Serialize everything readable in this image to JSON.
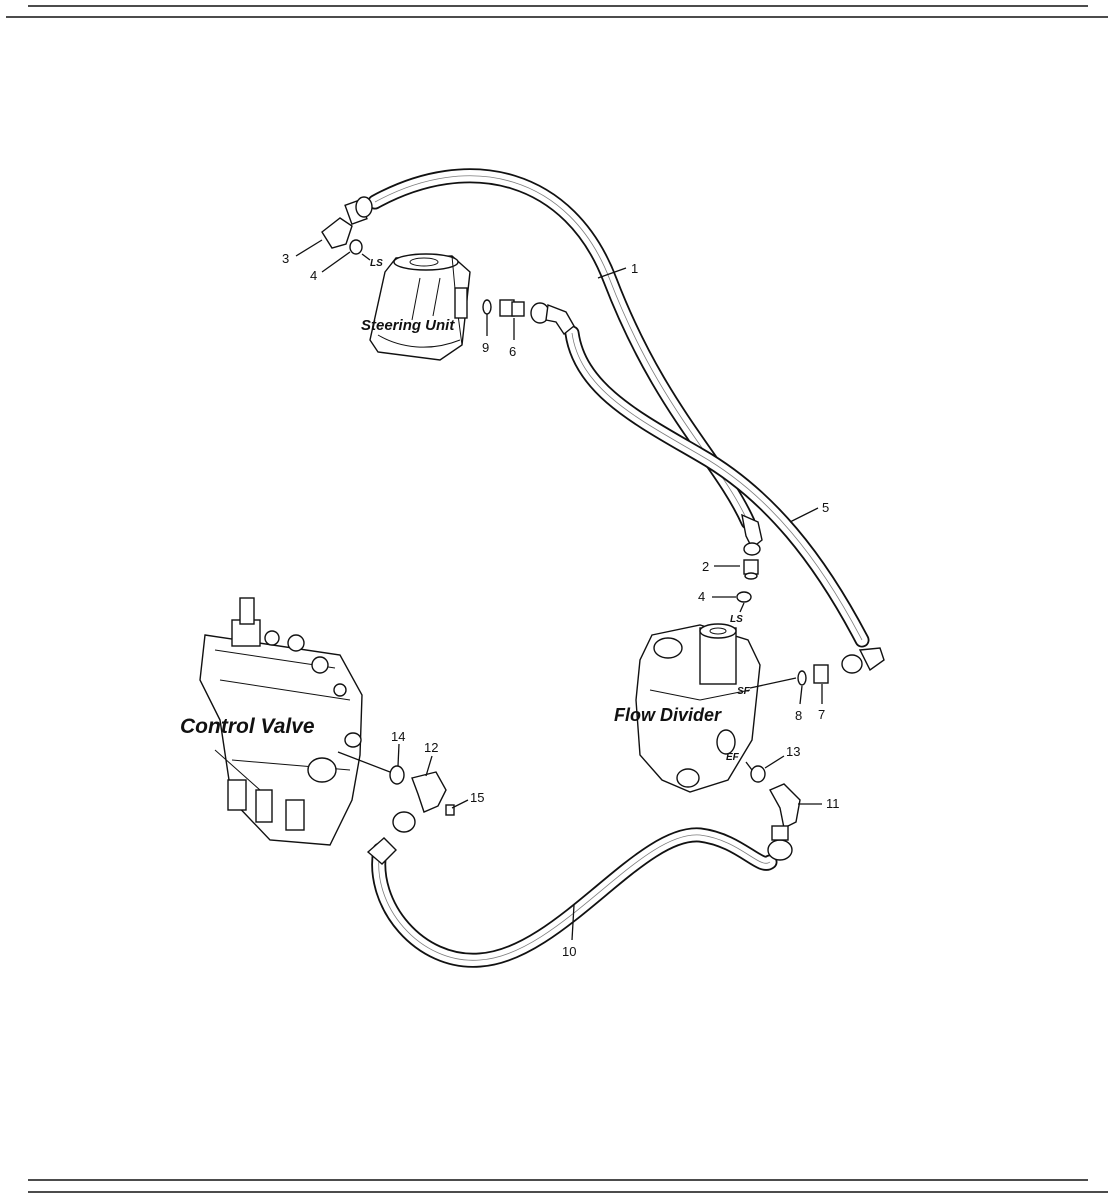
{
  "components": {
    "steering_unit": "Steering Unit",
    "control_valve": "Control Valve",
    "flow_divider": "Flow Divider"
  },
  "ports": {
    "ls_top": "LS",
    "ls_flow_divider": "LS",
    "sf": "SF",
    "ef": "EF"
  },
  "callouts": {
    "c1": "1",
    "c2": "2",
    "c3": "3",
    "c4a": "4",
    "c4b": "4",
    "c5": "5",
    "c6": "6",
    "c7": "7",
    "c8": "8",
    "c9": "9",
    "c10": "10",
    "c11": "11",
    "c12": "12",
    "c13": "13",
    "c14": "14",
    "c15": "15"
  }
}
